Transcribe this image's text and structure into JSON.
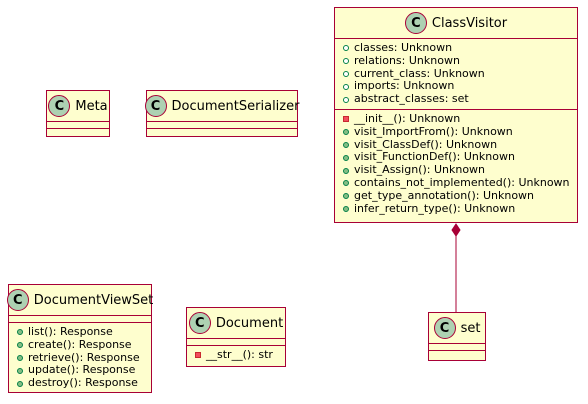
{
  "diagram": {
    "classes": {
      "meta": {
        "stereotype": "C",
        "name": "Meta"
      },
      "document_serializer": {
        "stereotype": "C",
        "name": "DocumentSerializer"
      },
      "class_visitor": {
        "stereotype": "C",
        "name": "ClassVisitor",
        "fields": [
          {
            "visibility": "public",
            "text": "classes: Unknown"
          },
          {
            "visibility": "public",
            "text": "relations: Unknown"
          },
          {
            "visibility": "public",
            "text": "current_class: Unknown"
          },
          {
            "visibility": "public",
            "text": "imports: Unknown"
          },
          {
            "visibility": "public",
            "text": "abstract_classes: set"
          }
        ],
        "methods": [
          {
            "visibility": "private",
            "text": "__init__(): Unknown"
          },
          {
            "visibility": "public",
            "text": "visit_ImportFrom(): Unknown"
          },
          {
            "visibility": "public",
            "text": "visit_ClassDef(): Unknown"
          },
          {
            "visibility": "public",
            "text": "visit_FunctionDef(): Unknown"
          },
          {
            "visibility": "public",
            "text": "visit_Assign(): Unknown"
          },
          {
            "visibility": "public",
            "text": "contains_not_implemented(): Unknown"
          },
          {
            "visibility": "public",
            "text": "get_type_annotation(): Unknown"
          },
          {
            "visibility": "public",
            "text": "infer_return_type(): Unknown"
          }
        ]
      },
      "document_view_set": {
        "stereotype": "C",
        "name": "DocumentViewSet",
        "methods": [
          {
            "visibility": "public",
            "text": "list(): Response"
          },
          {
            "visibility": "public",
            "text": "create(): Response"
          },
          {
            "visibility": "public",
            "text": "retrieve(): Response"
          },
          {
            "visibility": "public",
            "text": "update(): Response"
          },
          {
            "visibility": "public",
            "text": "destroy(): Response"
          }
        ]
      },
      "document": {
        "stereotype": "C",
        "name": "Document",
        "methods": [
          {
            "visibility": "private",
            "text": "__str__(): str"
          }
        ]
      },
      "set": {
        "stereotype": "C",
        "name": "set"
      }
    },
    "relations": [
      {
        "from": "class_visitor",
        "to": "set",
        "type": "composition"
      }
    ],
    "colors": {
      "class_fill": "#FEFECE",
      "class_border": "#A80036",
      "stereotype_circle": "#ADD1B2",
      "public_marker": "#84BE84",
      "private_marker": "#F24D5C",
      "connector": "#A80036"
    }
  }
}
